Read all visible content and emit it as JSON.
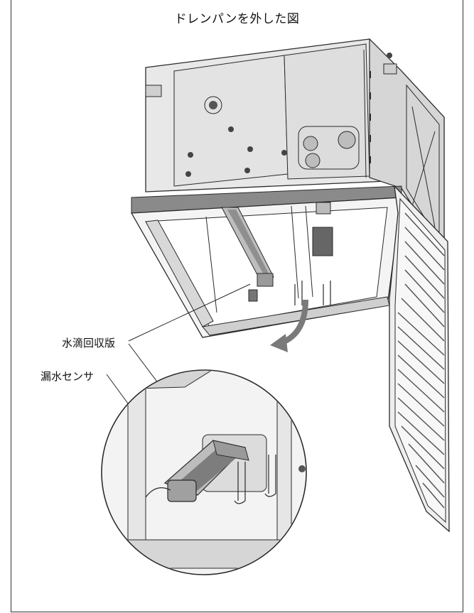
{
  "figure": {
    "title": "ドレンパンを外した図"
  },
  "callouts": {
    "drip_tray": "水滴回収版",
    "leak_sensor": "漏水センサ"
  },
  "colors": {
    "line": "#2a2a2a",
    "metal_fill": "#e6e6e6",
    "metal_dark": "#cfcfcf",
    "frame_gray": "#8a8a8a",
    "arrow_gray": "#7a7a7a"
  }
}
